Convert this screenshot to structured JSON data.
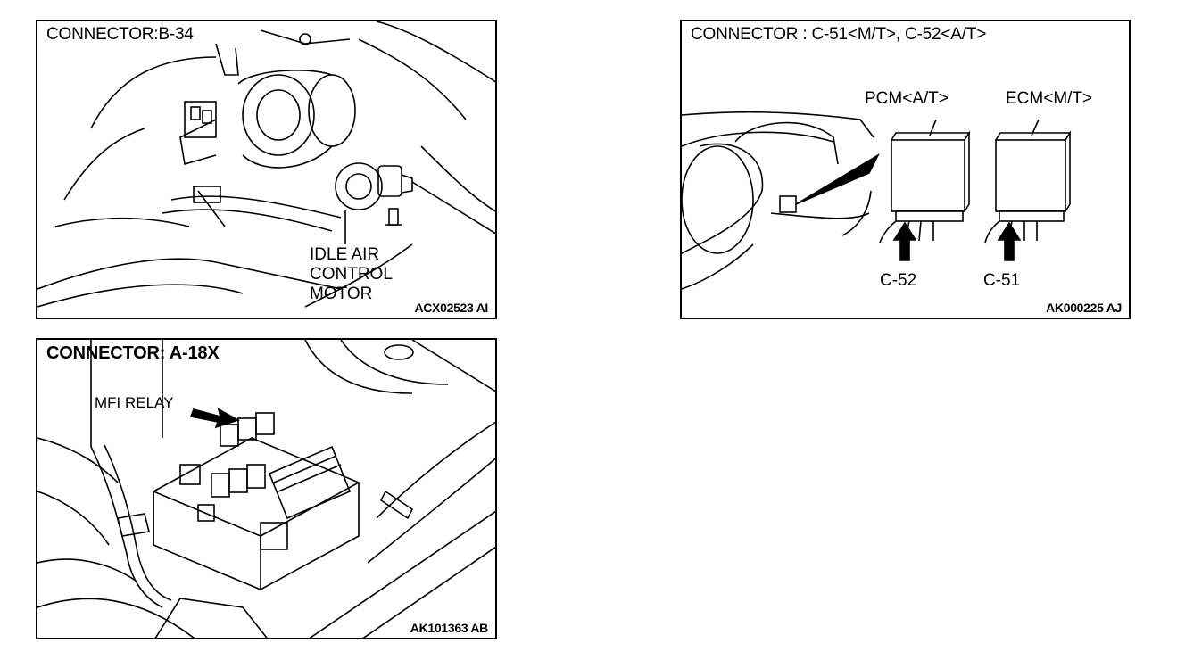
{
  "panel_idle": {
    "title": "CONNECTOR:B-34",
    "label_line1": "IDLE AIR",
    "label_line2": "CONTROL",
    "label_line3": "MOTOR",
    "code": "ACX02523 AI"
  },
  "panel_ecm": {
    "title": "CONNECTOR : C-51<M/T>, C-52<A/T>",
    "pcm_label": "PCM<A/T>",
    "ecm_label": "ECM<M/T>",
    "c52_label": "C-52",
    "c51_label": "C-51",
    "code": "AK000225 AJ"
  },
  "panel_relay": {
    "title": "CONNECTOR: A-18X",
    "relay_label": "MFI RELAY",
    "code": "AK101363 AB"
  }
}
